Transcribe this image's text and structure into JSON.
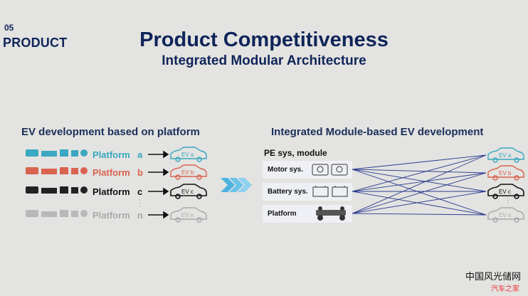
{
  "section": {
    "number": "05",
    "name": "PRODUCT"
  },
  "title": "Product Competitiveness",
  "subtitle": "Integrated Modular Architecture",
  "left": {
    "heading": "EV development based on platform",
    "rows": [
      {
        "platform_label": "Platform",
        "letter": "a",
        "ev": "EV a",
        "color": "#3aa8c0"
      },
      {
        "platform_label": "Platform",
        "letter": "b",
        "ev": "EV b",
        "color": "#d9634f"
      },
      {
        "platform_label": "Platform",
        "letter": "c",
        "ev": "EV c",
        "color": "#111111"
      },
      {
        "platform_label": "Platform",
        "letter": "n",
        "ev": "EV n",
        "color": "#a9a9a9"
      }
    ]
  },
  "right": {
    "heading": "Integrated Module-based EV development",
    "pe_heading": "PE sys, module",
    "modules": [
      {
        "label": "Motor sys.",
        "icon": "motor-icon"
      },
      {
        "label": "Battery sys.",
        "icon": "battery-icon"
      },
      {
        "label": "Platform",
        "icon": "chassis-icon"
      }
    ],
    "evs": [
      "EV a",
      "EV b",
      "EV c",
      "EV n"
    ]
  },
  "colors": {
    "navy": "#0f2559",
    "arrow": "#4db2e0",
    "link": "#2b3d8f"
  },
  "watermark": {
    "line1": "中国风光储网",
    "line2": "汽车之家"
  }
}
